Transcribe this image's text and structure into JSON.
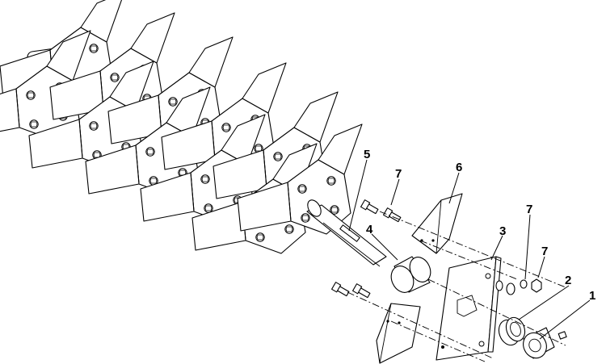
{
  "callouts": [
    {
      "id": "1",
      "label": "1"
    },
    {
      "id": "2",
      "label": "2"
    },
    {
      "id": "3",
      "label": "3"
    },
    {
      "id": "4",
      "label": "4"
    },
    {
      "id": "5",
      "label": "5"
    },
    {
      "id": "6",
      "label": "6"
    },
    {
      "id": "7a",
      "label": "7"
    },
    {
      "id": "7b",
      "label": "7"
    },
    {
      "id": "7c",
      "label": "7"
    }
  ]
}
